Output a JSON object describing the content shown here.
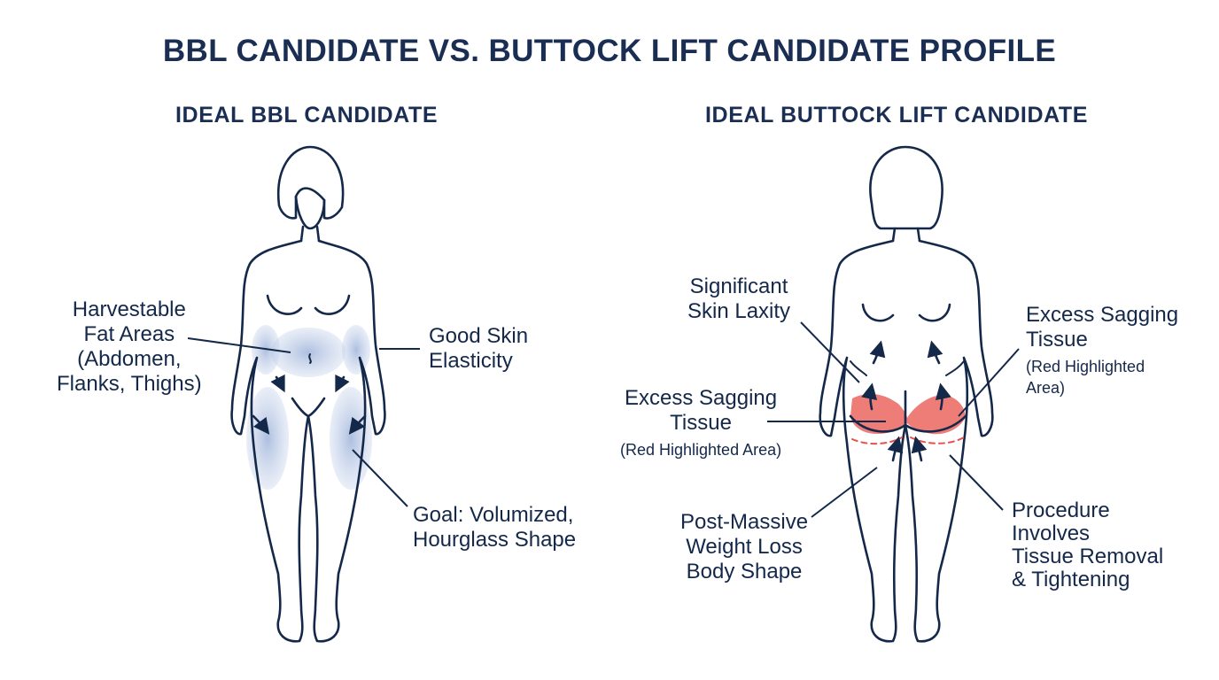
{
  "title": "BBL CANDIDATE VS. BUTTOCK LIFT CANDIDATE PROFILE",
  "left_panel": {
    "heading": "IDEAL BBL CANDIDATE",
    "labels": {
      "fat_areas": [
        "Harvestable",
        "Fat Areas",
        "(Abdomen,",
        "Flanks, Thighs)"
      ],
      "skin": [
        "Good Skin",
        "Elasticity"
      ],
      "goal": [
        "Goal: Volumized,",
        "Hourglass Shape"
      ]
    }
  },
  "right_panel": {
    "heading": "IDEAL BUTTOCK LIFT CANDIDATE",
    "labels": {
      "laxity": [
        "Significant",
        "Skin Laxity"
      ],
      "sagging_left": [
        "Excess Sagging",
        "Tissue"
      ],
      "sagging_left_note": "(Red Highlighted Area)",
      "sagging_right": [
        "Excess Sagging",
        "Tissue"
      ],
      "sagging_right_note": [
        "(Red Highlighted",
        "Area)"
      ],
      "weight_loss": [
        "Post-Massive",
        "Weight Loss",
        "Body Shape"
      ],
      "procedure": [
        "Procedure",
        "Involves",
        "Tissue Removal",
        "& Tightening"
      ]
    }
  },
  "colors": {
    "navy": "#14284a",
    "fat_highlight": "#b7c7e3",
    "sag_highlight": "#e8504a"
  }
}
